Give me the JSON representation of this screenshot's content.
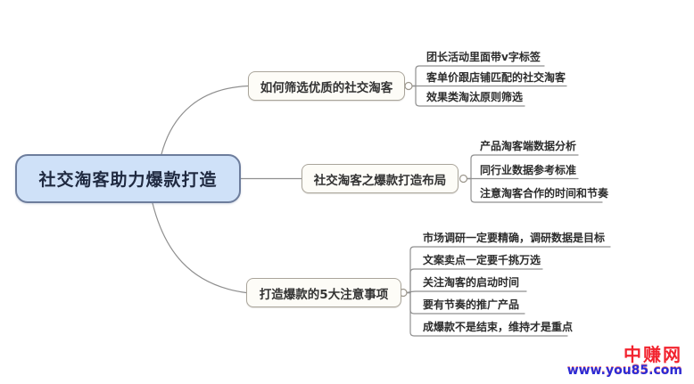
{
  "root": {
    "label": "社交淘客助力爆款打造"
  },
  "branches": [
    {
      "label": "如何筛选优质的社交淘客",
      "children": [
        "团长活动里面带v字标签",
        "客单价跟店铺匹配的社交淘客",
        "效果类淘汰原则筛选"
      ]
    },
    {
      "label": "社交淘客之爆款打造布局",
      "children": [
        "产品淘客端数据分析",
        "同行业数据参考标准",
        "注意淘客合作的时间和节奏"
      ]
    },
    {
      "label": "打造爆款的5大注意事项",
      "children": [
        "市场调研一定要精确，调研数据是目标",
        "文案卖点一定要千挑万选",
        "关注淘客的启动时间",
        "要有节奏的推广产品",
        "成爆款不是结束，维持才是重点"
      ]
    }
  ],
  "watermark": {
    "site_name": "中赚网",
    "site_url": "www.you85.com"
  },
  "colors": {
    "root_fill": "#cfe1f8",
    "root_border": "#6d7d9c",
    "branch_fill": "#fdfcf7",
    "branch_border": "#aaa59b",
    "line": "#8f8f8f",
    "watermark_red": "#f2232e",
    "watermark_blue": "#2b2bd5"
  }
}
